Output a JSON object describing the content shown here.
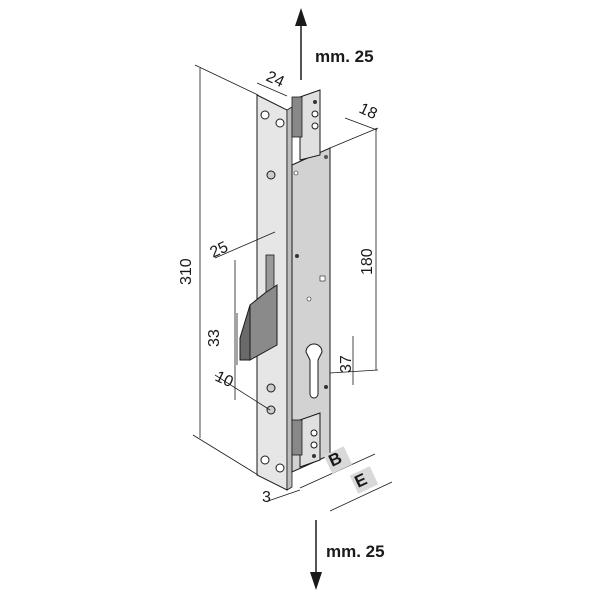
{
  "diagram": {
    "subject": "mortise lock with hook bolt and extension rods",
    "travel_top": "mm. 25",
    "travel_bottom": "mm. 25",
    "dimensions": {
      "faceplate_width": "24",
      "case_depth": "18",
      "total_height": "310",
      "case_height": "180",
      "hook_projection": "25",
      "hook_height": "33",
      "hook_offset": "10",
      "cylinder_distance": "37",
      "faceplate_thickness": "3",
      "backset_label": "B",
      "entry_label": "E"
    },
    "colors": {
      "line": "#1a1a1a",
      "faceplate": "#e6e6e6",
      "case": "#d2d2d2",
      "hook": "#7a7a7a",
      "label_bg": "#d9d9d9"
    }
  }
}
